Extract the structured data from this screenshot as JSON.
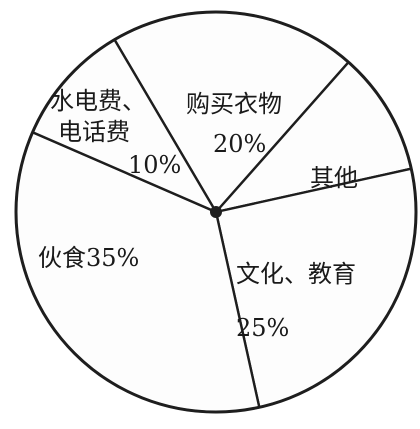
{
  "chart_data": {
    "type": "pie",
    "slices": [
      {
        "label": "购买衣物",
        "value": 20,
        "value_label": "20%"
      },
      {
        "label": "其他",
        "value": 10,
        "value_label": ""
      },
      {
        "label": "文化、教育",
        "value": 25,
        "value_label": "25%"
      },
      {
        "label": "伙食",
        "value": 35,
        "value_label": "35%"
      },
      {
        "label": "水电费、电话费",
        "value": 10,
        "value_label": "10%"
      }
    ],
    "colors": {
      "fill": "#fdfdfd",
      "stroke": "#1e1e1e",
      "text": "#1a1a1a"
    }
  }
}
